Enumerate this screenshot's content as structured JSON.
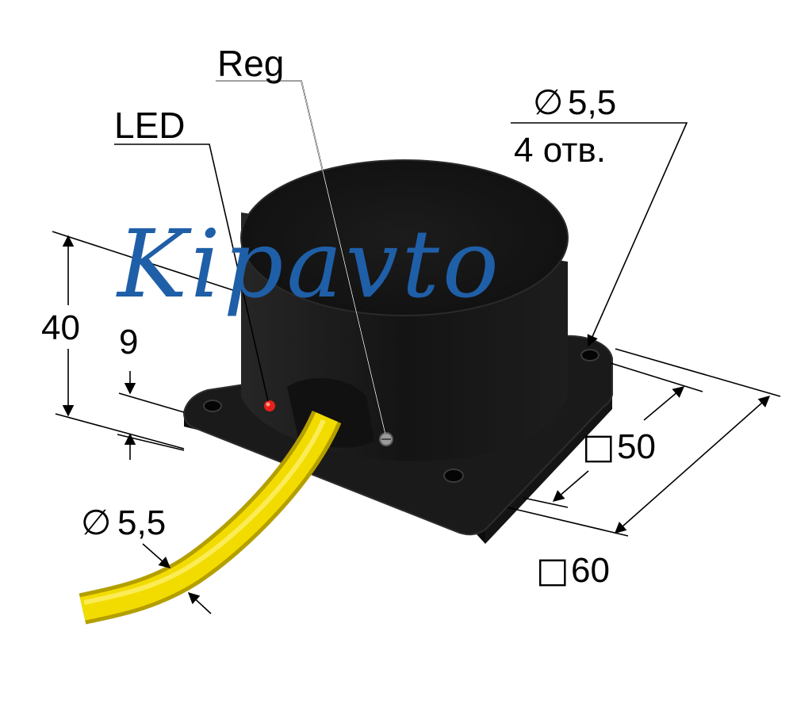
{
  "labels": {
    "reg": "Reg",
    "led": "LED",
    "hole_diameter": "5,5",
    "hole_count": "4 отв.",
    "height_total": "40",
    "height_base": "9",
    "cable_diameter": "5,5",
    "inner_square": "50",
    "outer_square": "60"
  },
  "symbols": {
    "diameter": "∅",
    "square": "□"
  },
  "watermark": "Kipavto",
  "colors": {
    "body": "#161616",
    "cable": "#f0d800",
    "led": "#e8201a",
    "watermark": "#1f5fa8"
  }
}
